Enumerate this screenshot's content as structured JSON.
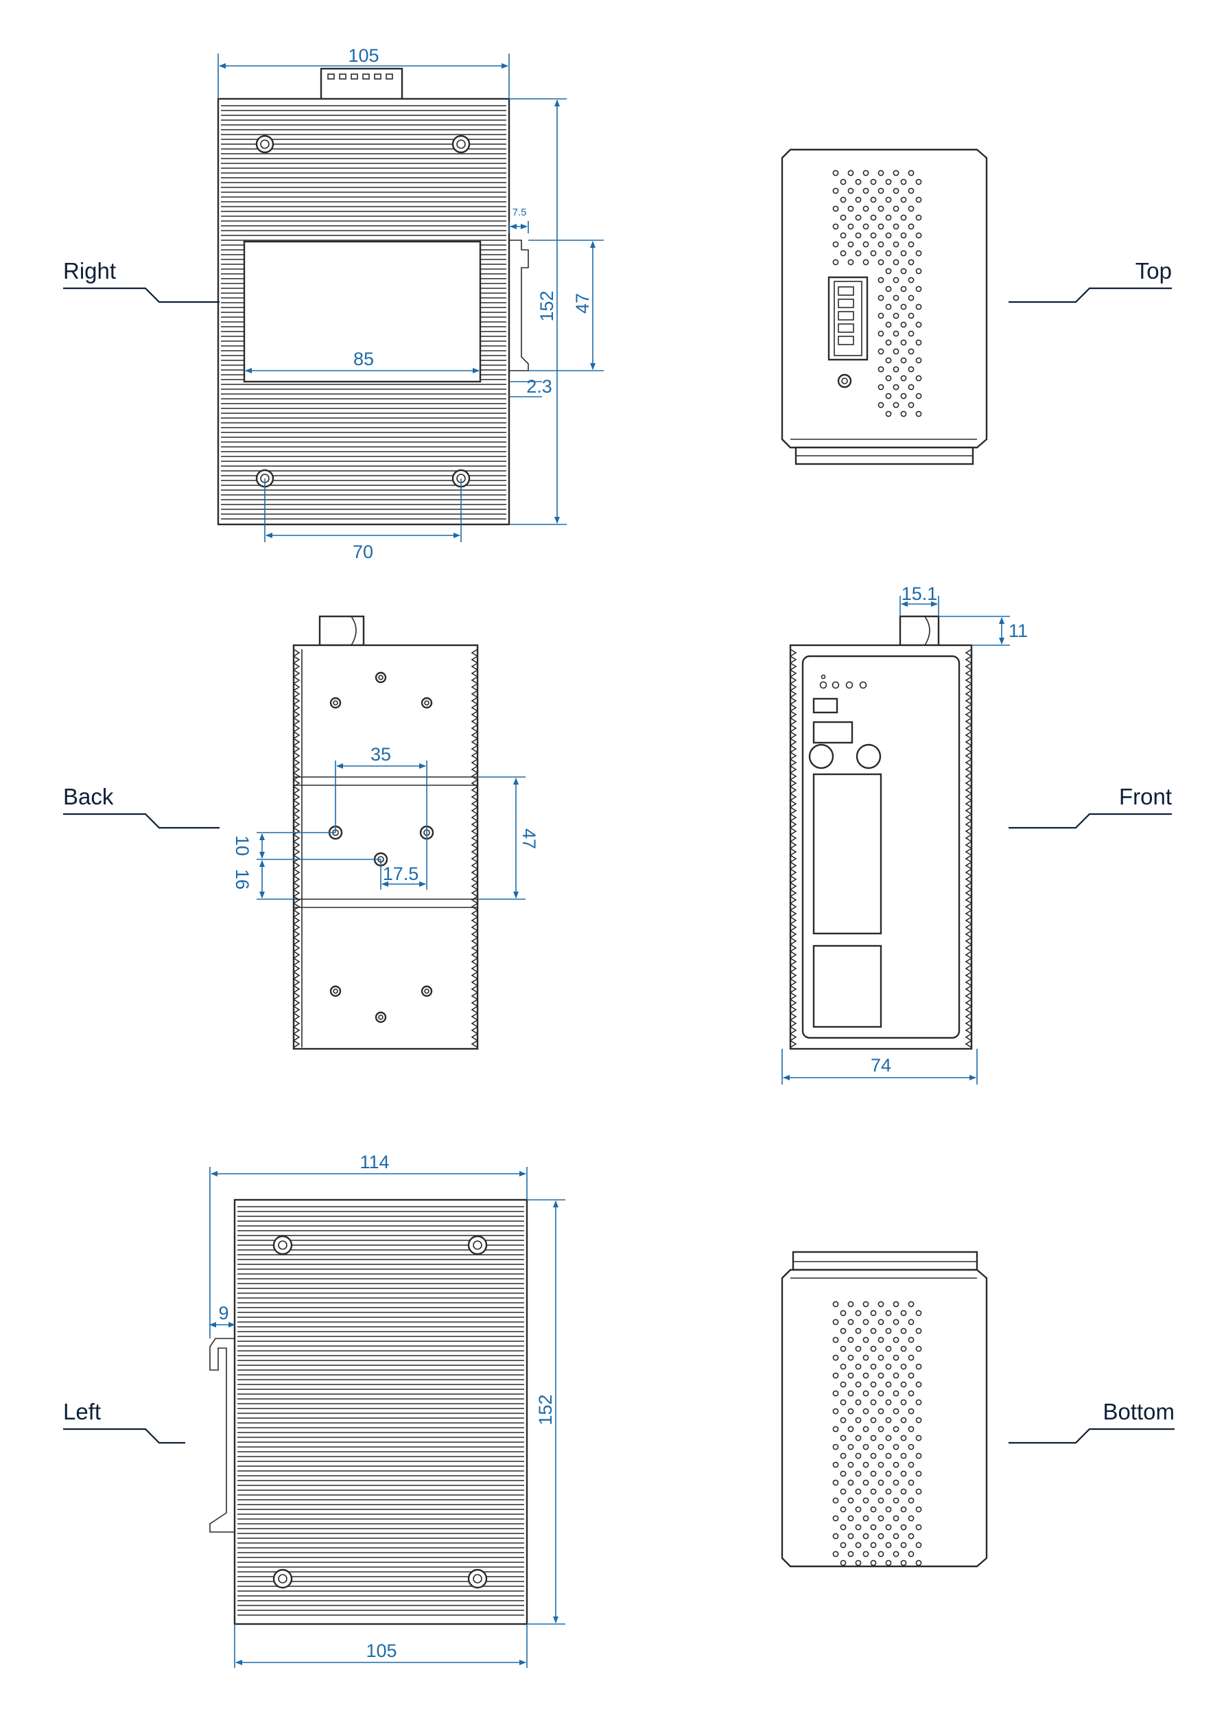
{
  "views": {
    "right": "Right",
    "top": "Top",
    "back": "Back",
    "front": "Front",
    "left": "Left",
    "bottom": "Bottom"
  },
  "dimensions": {
    "right_width": "105",
    "right_height": "152",
    "right_rail_height": "47",
    "right_rail_depth": "7.5",
    "right_label_width": "85",
    "right_rail_offset": "2.3",
    "right_hole_spacing": "70",
    "back_hole_spacing": "35",
    "back_rail_height": "47",
    "back_offset_10": "10",
    "back_offset_16": "16",
    "back_offset_17_5": "17.5",
    "front_connector_width": "15.1",
    "front_connector_height": "11",
    "front_width": "74",
    "left_depth": "114",
    "left_width": "105",
    "left_height": "152",
    "left_rail_depth": "9"
  },
  "colors": {
    "dimension": "#1d6aa8",
    "outline": "#2a2a2a",
    "label": "#0e1f38"
  }
}
